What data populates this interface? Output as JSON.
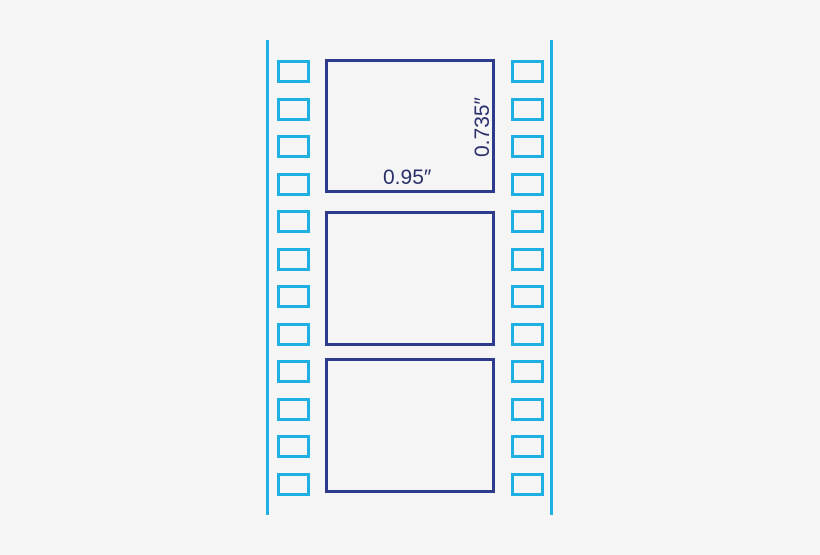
{
  "diagram": {
    "title": "",
    "colors": {
      "background": "#f5f5f6",
      "sprocket": "#1fb0e3",
      "frame": "#2e3a8c",
      "text": "#2b2f6a"
    },
    "frames": [
      {
        "id": 1,
        "width_label": "0.95″",
        "height_label": "0.735″"
      },
      {
        "id": 2
      },
      {
        "id": 3
      }
    ],
    "sprocket_count_per_side": 12
  }
}
